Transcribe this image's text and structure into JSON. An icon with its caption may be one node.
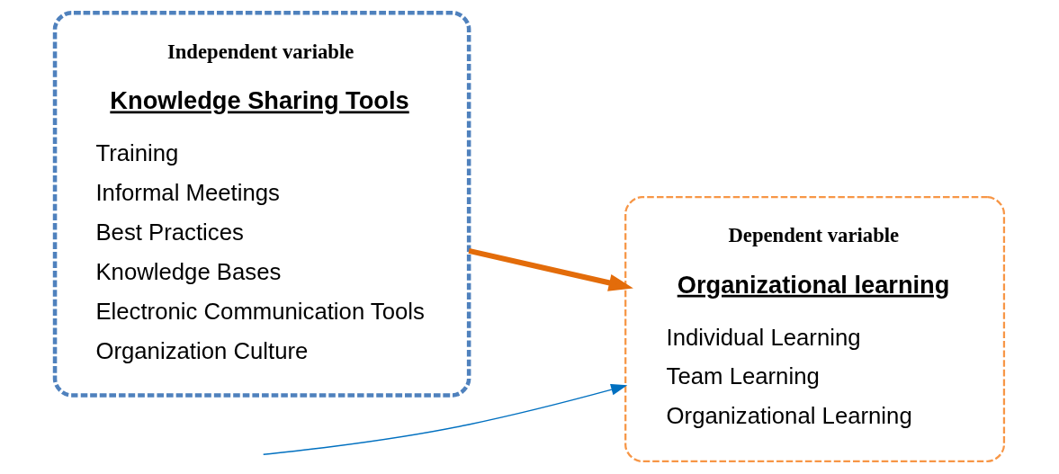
{
  "diagram": {
    "nodes": [
      {
        "text": [
          "Independent variable",
          "Knowledge Sharing Tools",
          "Training",
          "Informal Meetings",
          "Best Practices",
          "Knowledge Bases",
          "Electronic Communication Tools",
          "Organization Culture"
        ]
      },
      {
        "text": [
          "Dependent variable",
          "Organizational learning",
          "Individual Learning",
          "Team Learning",
          "Organizational Learning"
        ]
      }
    ],
    "edges": [
      {
        "from": 0,
        "to": 1,
        "arrow": "to",
        "style": "thick",
        "color": "#e36c0a"
      },
      {
        "from": null,
        "to": 1,
        "arrow": "to",
        "color": "#0070c0"
      }
    ]
  }
}
